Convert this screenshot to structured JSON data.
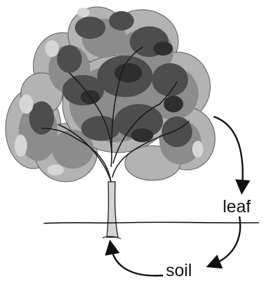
{
  "labels": {
    "leaf": "leaf",
    "soil": "soil"
  },
  "colors": {
    "ink": "#111111",
    "foliage_light": "#b8b8b8",
    "foliage_mid": "#8a8a8a",
    "foliage_dark": "#4a4a4a",
    "foliage_darkest": "#2e2e2e",
    "trunk": "#cfcfcf"
  },
  "illustration": {
    "subject": "tree-icon",
    "ground": "ground-line",
    "arrows": [
      "arrow-tree-to-leaf",
      "arrow-leaf-to-soil",
      "arrow-soil-to-tree"
    ]
  }
}
